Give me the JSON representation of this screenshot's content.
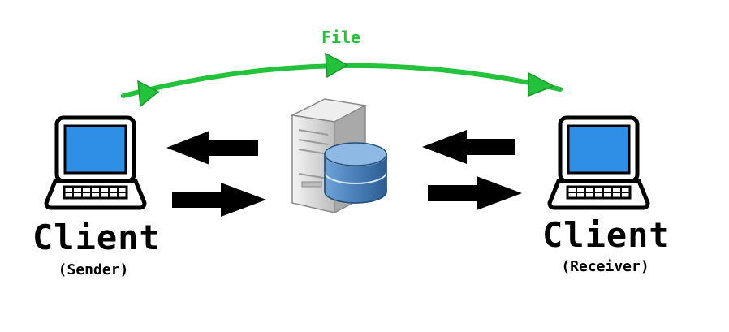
{
  "file_label": "File",
  "sender": {
    "title": "Client",
    "subtitle": "(Sender)"
  },
  "receiver": {
    "title": "Client",
    "subtitle": "(Receiver)"
  },
  "colors": {
    "transfer_path": "#22c33a",
    "screen": "#2f8fe6",
    "laptop_frame": "#000000",
    "server_body": "#d9d9d9",
    "database": "#4a80b8",
    "arrow": "#000000"
  },
  "icons": {
    "sender_laptop": "laptop-icon",
    "receiver_laptop": "laptop-icon",
    "server": "server-icon",
    "database": "database-icon"
  }
}
